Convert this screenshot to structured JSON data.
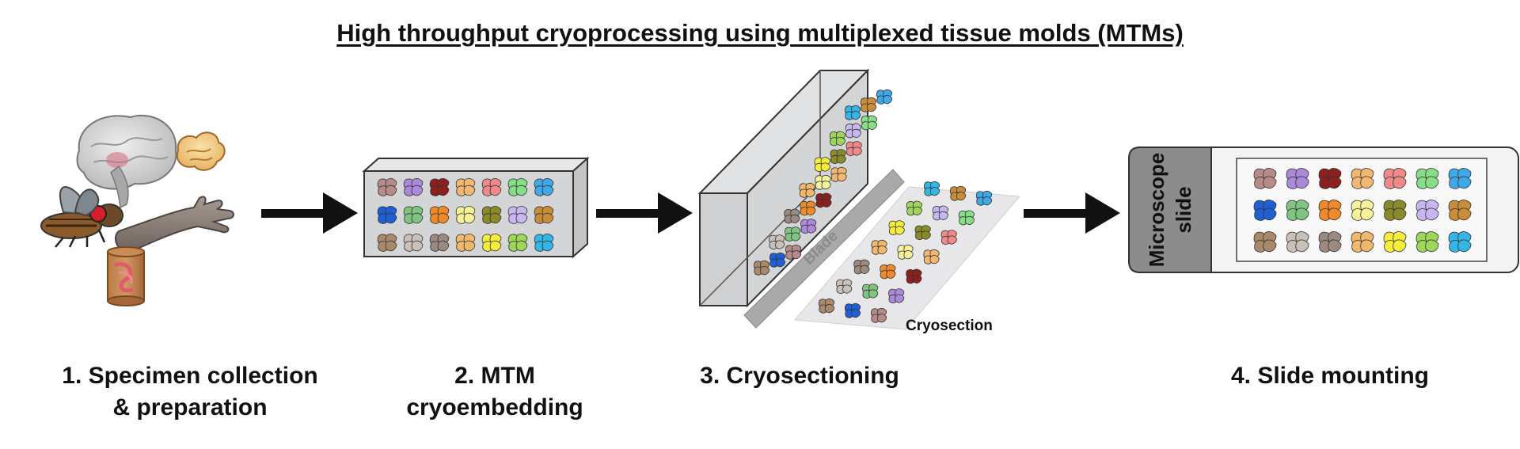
{
  "title": "High throughput cryoprocessing using multiplexed tissue molds (MTMs)",
  "steps": [
    {
      "line1": "1. Specimen collection",
      "line2": "& preparation"
    },
    {
      "line1": "2. MTM",
      "line2": "cryoembedding"
    },
    {
      "line1": "3. Cryosectioning",
      "line2": ""
    },
    {
      "line1": "4. Slide mounting",
      "line2": ""
    }
  ],
  "labels": {
    "blade": "Blade",
    "cryosection": "Cryosection",
    "slide_line1": "Microscope",
    "slide_line2": "slide"
  },
  "colors": {
    "arrow": "#111111",
    "mold_fill": "#d4d5d7",
    "mold_stroke": "#333333",
    "blade": "#a9a9a9",
    "slide_label_bg": "#8c8c8c",
    "tissues": [
      "#b58a87",
      "#a989d8",
      "#8e1f1f",
      "#f2b872",
      "#f08a8a",
      "#86df86",
      "#3fa8e8",
      "#1f5fd6",
      "#7fc480",
      "#ef8a2a",
      "#f7f29a",
      "#8a8a2a",
      "#c8b6f0",
      "#c98c3b",
      "#a88a6a",
      "#c9c0b8",
      "#9a8a80",
      "#efb86a",
      "#f4ee3a",
      "#9ed65a",
      "#33b5e5"
    ]
  }
}
